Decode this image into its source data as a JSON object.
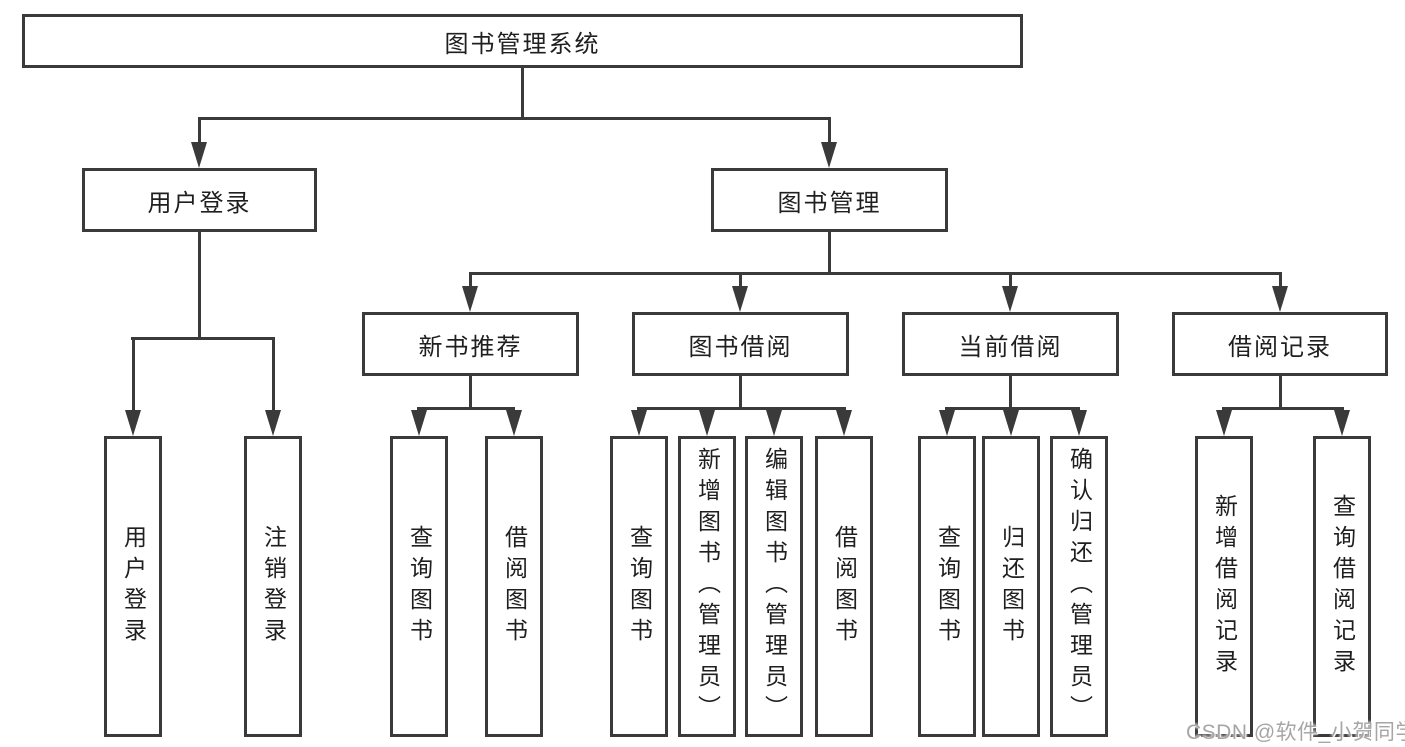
{
  "colors": {
    "background": "#ffffff",
    "line": "#3a3a3a",
    "text": "#1f1f1f",
    "watermark": "#a6a6a6"
  },
  "tree": {
    "root": "图书管理系统",
    "branches": [
      {
        "label": "用户登录",
        "children": [
          "用户登录",
          "注销登录"
        ]
      },
      {
        "label": "图书管理",
        "groups": [
          {
            "label": "新书推荐",
            "children": [
              "查询图书",
              "借阅图书"
            ]
          },
          {
            "label": "图书借阅",
            "children": [
              "查询图书",
              "新增图书（管理员）",
              "编辑图书（管理员）",
              "借阅图书"
            ]
          },
          {
            "label": "当前借阅",
            "children": [
              "查询图书",
              "归还图书",
              "确认归还（管理员）"
            ]
          },
          {
            "label": "借阅记录",
            "children": [
              "新增借阅记录",
              "查询借阅记录"
            ]
          }
        ]
      }
    ]
  },
  "watermark": "CSDN @软件_小贺同学"
}
